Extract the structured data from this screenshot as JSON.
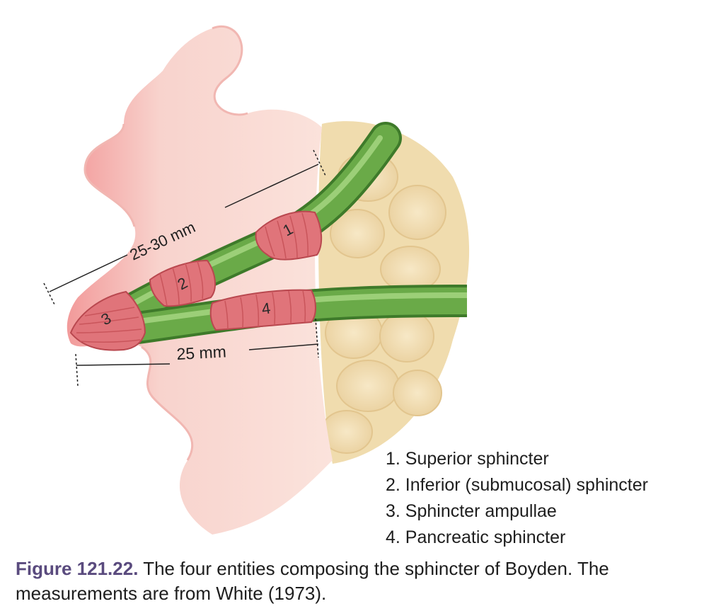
{
  "diagram": {
    "sphincter_labels": [
      "1",
      "2",
      "3",
      "4"
    ],
    "measurement_upper": "25-30 mm",
    "measurement_lower": "25 mm"
  },
  "legend": {
    "items": [
      "1. Superior sphincter",
      "2. Inferior (submucosal) sphincter",
      "3. Sphincter ampullae",
      "4. Pancreatic sphincter"
    ]
  },
  "caption": {
    "figure_label": "Figure 121.22.",
    "text": "The four entities composing the sphincter of Boyden. The measurements are from White (1973)."
  },
  "colors": {
    "duct": "#6aaa48",
    "sphincter": "#e0747a",
    "mucosa": "#f6cfc8",
    "pancreas": "#f1ddb0"
  }
}
